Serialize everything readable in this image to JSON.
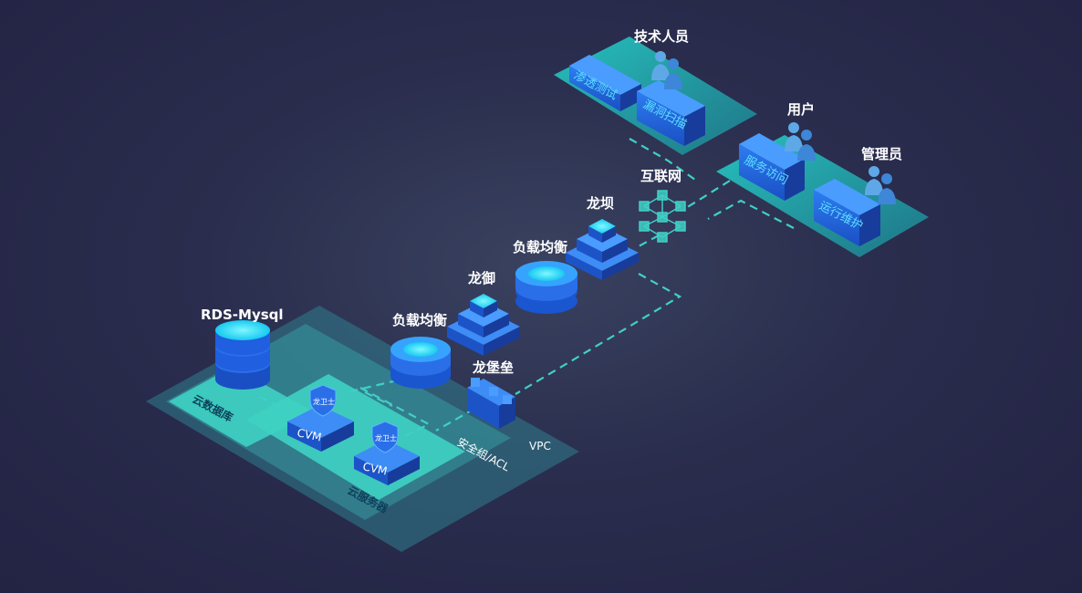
{
  "people": {
    "tech": "技术人员",
    "user": "用户",
    "admin": "管理员"
  },
  "actions": {
    "pentest": "渗透测试",
    "vulnscan": "漏洞扫描",
    "service_access": "服务访问",
    "ops": "运行维护"
  },
  "network": {
    "internet": "互联网",
    "longba": "龙坝",
    "lb_top": "负载均衡",
    "longyu": "龙御",
    "lb_left": "负载均衡",
    "bastion": "龙堡垒"
  },
  "vpc": {
    "label": "VPC",
    "security_group": "安全组/ACL",
    "rds": "RDS-Mysql",
    "cloud_db": "云数据库",
    "cloud_server": "云服务器",
    "cvm1": "CVM",
    "cvm2": "CVM",
    "shield1": "龙卫士",
    "shield2": "龙卫士"
  },
  "colors": {
    "accent": "#3fd0c6",
    "blue": "#1f5fe0",
    "cyan": "#1fe3ff"
  }
}
